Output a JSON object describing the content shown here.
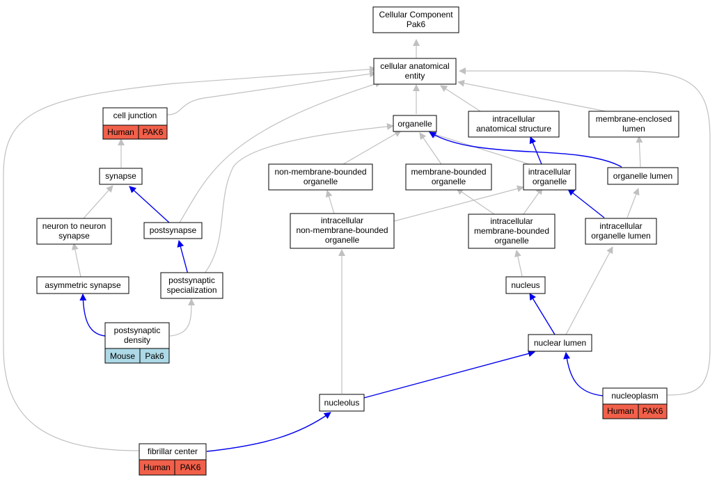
{
  "colors": {
    "is_a_edge": "#c0c0c0",
    "part_of_edge": "#0000ee",
    "human_tag": "#f1604a",
    "mouse_tag": "#add8e6",
    "node_border": "#000000",
    "background": "#ffffff"
  },
  "nodes": {
    "root": {
      "lines": [
        "Cellular Component",
        "Pak6"
      ]
    },
    "cae": {
      "lines": [
        "cellular anatomical",
        "entity"
      ]
    },
    "cell_junction": {
      "lines": [
        "cell junction"
      ],
      "tags": [
        "Human",
        "PAK6"
      ]
    },
    "organelle": {
      "lines": [
        "organelle"
      ]
    },
    "ias": {
      "lines": [
        "intracellular",
        "anatomical structure"
      ]
    },
    "mel": {
      "lines": [
        "membrane-enclosed",
        "lumen"
      ]
    },
    "synapse": {
      "lines": [
        "synapse"
      ]
    },
    "nmbo": {
      "lines": [
        "non-membrane-bounded",
        "organelle"
      ]
    },
    "mbo": {
      "lines": [
        "membrane-bounded",
        "organelle"
      ]
    },
    "io": {
      "lines": [
        "intracellular",
        "organelle"
      ]
    },
    "ol": {
      "lines": [
        "organelle lumen"
      ]
    },
    "ntn": {
      "lines": [
        "neuron to neuron",
        "synapse"
      ]
    },
    "postsynapse": {
      "lines": [
        "postsynapse"
      ]
    },
    "inmbo": {
      "lines": [
        "intracellular",
        "non-membrane-bounded",
        "organelle"
      ]
    },
    "imbo": {
      "lines": [
        "intracellular",
        "membrane-bounded",
        "organelle"
      ]
    },
    "iol": {
      "lines": [
        "intracellular",
        "organelle lumen"
      ]
    },
    "asym": {
      "lines": [
        "asymmetric synapse"
      ]
    },
    "pss": {
      "lines": [
        "postsynaptic",
        "specialization"
      ]
    },
    "nucleus": {
      "lines": [
        "nucleus"
      ]
    },
    "psd": {
      "lines": [
        "postsynaptic",
        "density"
      ],
      "tags": [
        "Mouse",
        "Pak6"
      ]
    },
    "nuclear_lumen": {
      "lines": [
        "nuclear lumen"
      ]
    },
    "nucleolus": {
      "lines": [
        "nucleolus"
      ]
    },
    "nucleoplasm": {
      "lines": [
        "nucleoplasm"
      ],
      "tags": [
        "Human",
        "PAK6"
      ]
    },
    "fibrillar": {
      "lines": [
        "fibrillar center"
      ],
      "tags": [
        "Human",
        "PAK6"
      ]
    }
  }
}
